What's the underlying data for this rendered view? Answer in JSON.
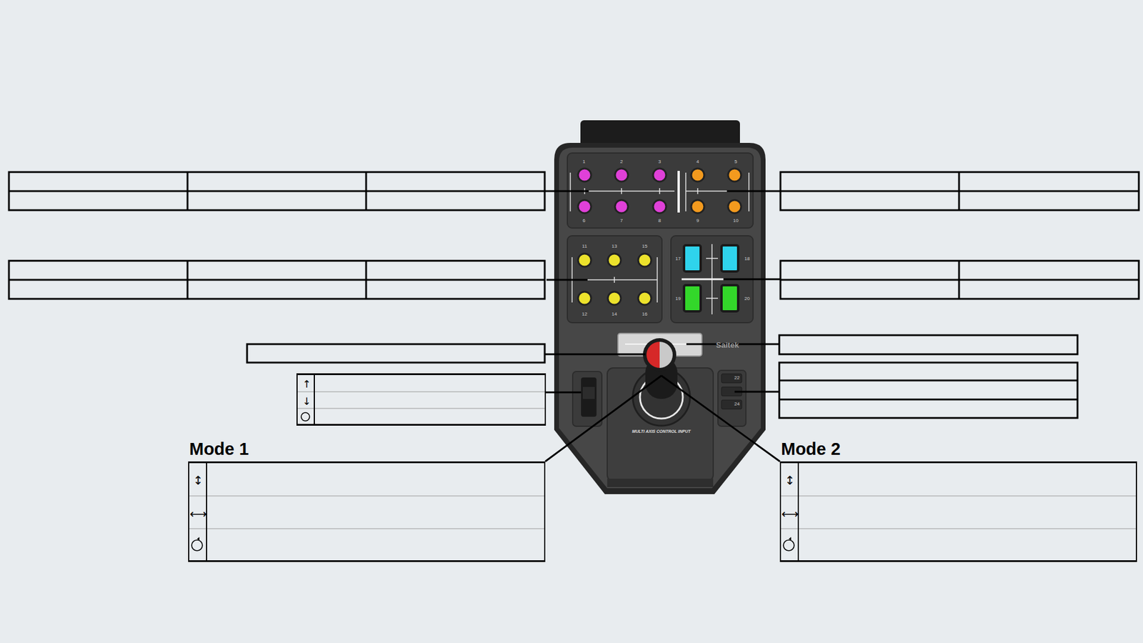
{
  "diagram": {
    "nodes": [
      {
        "text": [
          "↑",
          "↓"
        ]
      },
      {
        "text": [
          "Mode 1",
          "↕",
          "⟷"
        ]
      },
      {
        "text": [
          "Mode 2",
          "↕",
          "⟷"
        ]
      }
    ],
    "labels": [
      "1",
      "2",
      "3",
      "4",
      "5",
      "6",
      "7",
      "8",
      "9",
      "10",
      "11",
      "12",
      "13",
      "14",
      "15",
      "16",
      "17",
      "18",
      "19",
      "20",
      "22",
      "24",
      "Saitek",
      "MULTI AXIS CONTROL INPUT"
    ]
  }
}
